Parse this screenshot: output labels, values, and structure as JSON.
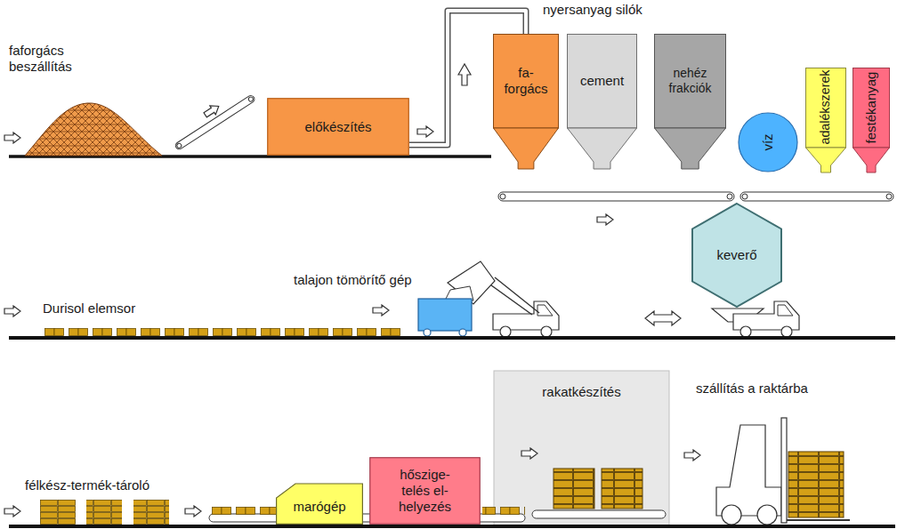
{
  "diagram": {
    "nodes": [
      {
        "text": [
          "előkészítés"
        ]
      },
      {
        "text": [
          "fa-forgács"
        ]
      },
      {
        "text": [
          "cement"
        ]
      },
      {
        "text": [
          "nehéz frakciók"
        ]
      },
      {
        "text": [
          "víz"
        ]
      },
      {
        "text": [
          "adalékszerek"
        ]
      },
      {
        "text": [
          "festékanyag"
        ]
      },
      {
        "text": [
          "keverő"
        ]
      },
      {
        "text": [
          "marógép"
        ]
      },
      {
        "text": [
          "hőszige-telés el-helyezés"
        ]
      },
      {
        "text": [
          "rakatkészítés"
        ]
      }
    ],
    "edges": [
      {
        "from": 0,
        "to": 1,
        "arrow": "none"
      }
    ],
    "labels": [
      "faforgács beszállítás",
      "nyersanyag silók",
      "Durisol elemsor",
      "talajon tömörítő gép",
      "félkész-termék-tároló",
      "szállítás a raktárba"
    ]
  }
}
